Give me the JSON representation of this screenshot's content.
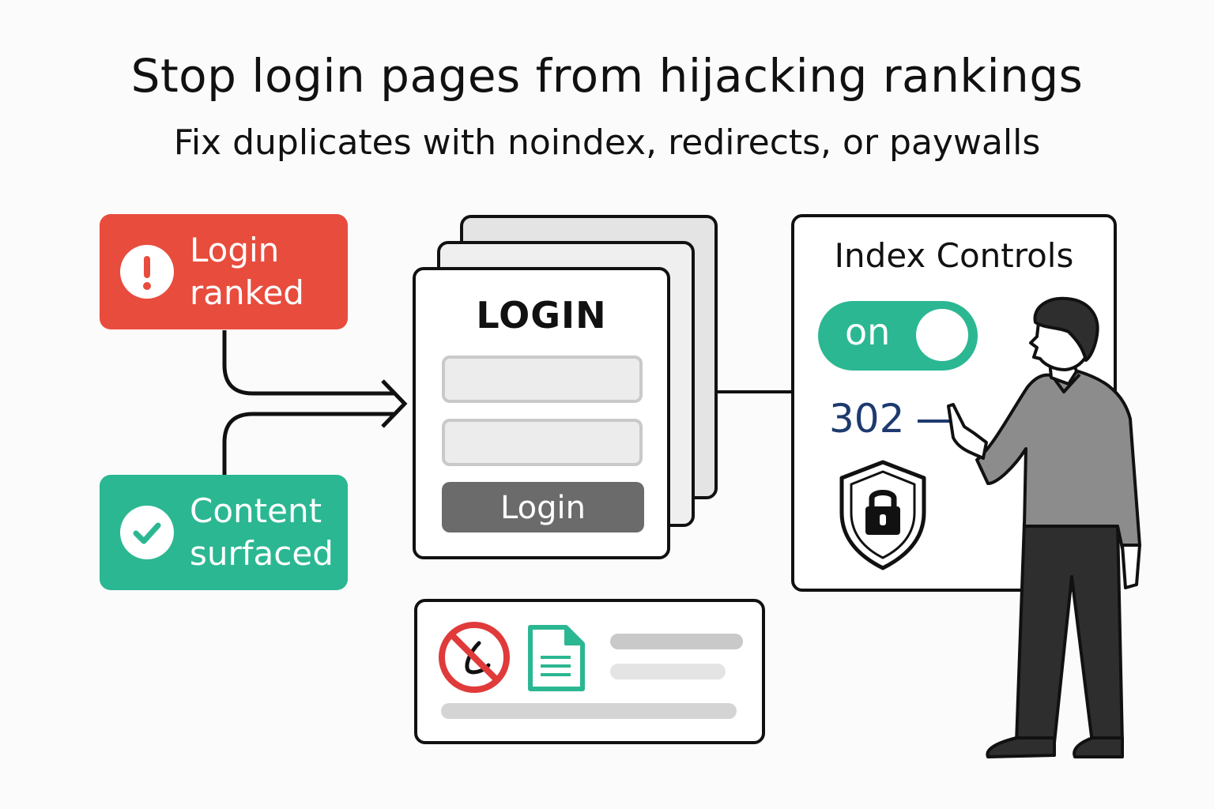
{
  "title": "Stop login pages from hijacking rankings",
  "subtitle": "Fix duplicates with noindex, redirects, or paywalls",
  "status_cards": {
    "login_ranked": {
      "line1": "Login",
      "line2": "ranked",
      "color": "#e84c3d",
      "icon": "exclamation-icon"
    },
    "content_surfaced": {
      "line1": "Content",
      "line2": "surfaced",
      "color": "#2bb792",
      "icon": "checkmark-icon"
    }
  },
  "login_page": {
    "heading": "LOGIN",
    "button_label": "Login"
  },
  "index_controls": {
    "title": "Index Controls",
    "toggle_label": "on",
    "toggle_color": "#2bb792",
    "redirect_code": "302",
    "icon": "shield-lock-icon"
  },
  "search_result": {
    "icons": [
      "no-link-icon",
      "document-icon"
    ]
  }
}
